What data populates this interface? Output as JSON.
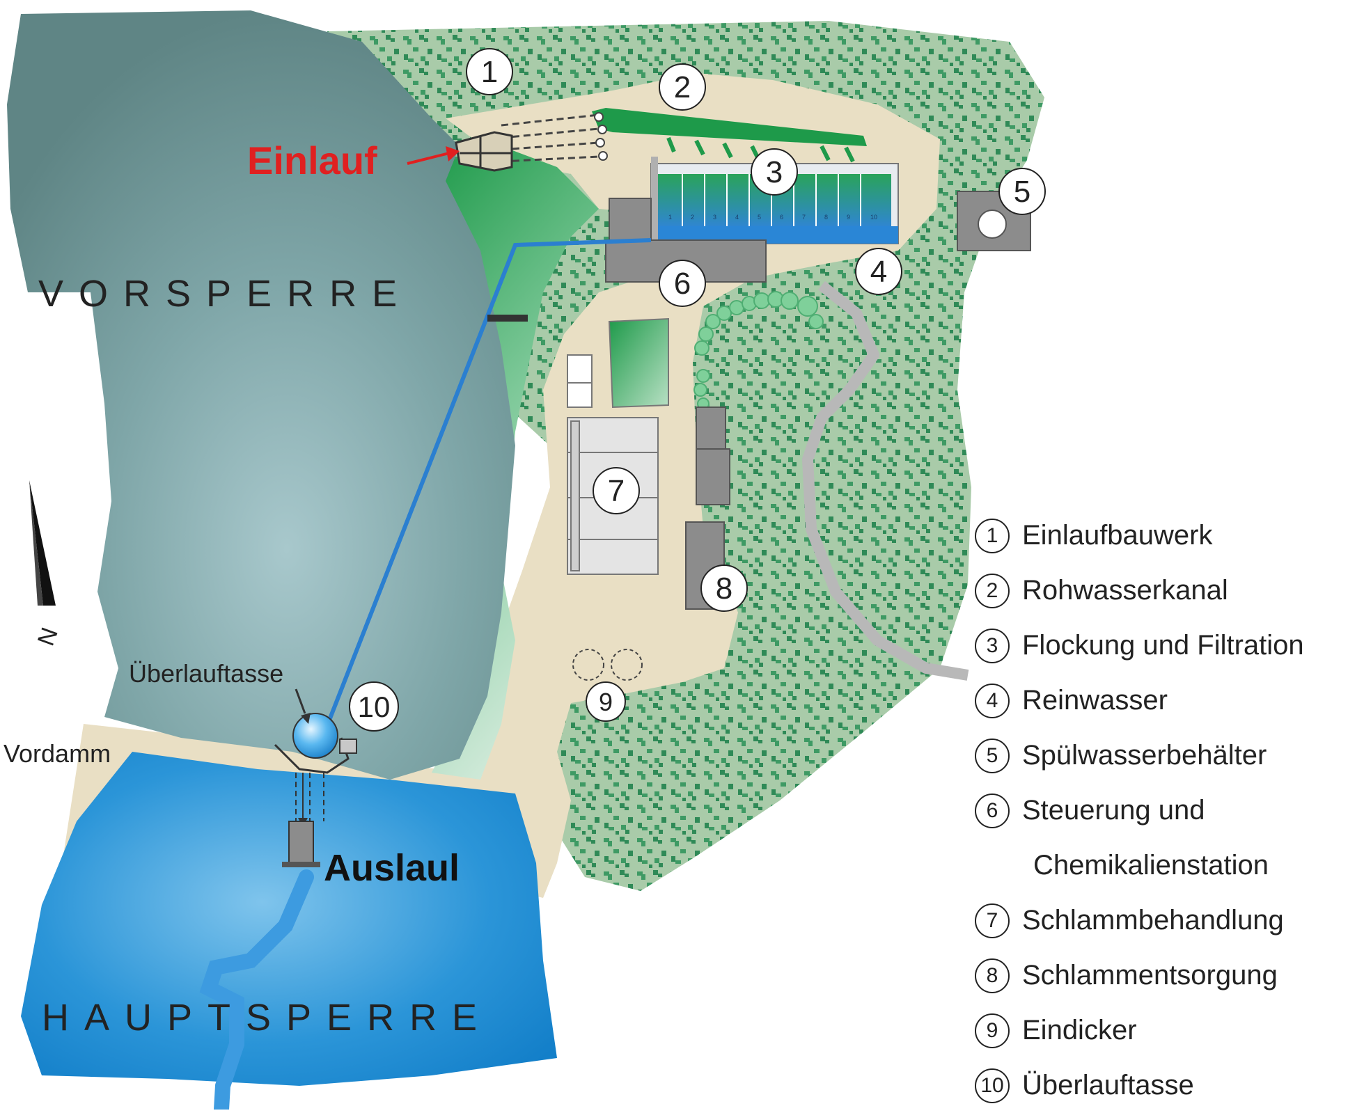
{
  "map": {
    "reservoir_upper": "VORSPERRE",
    "reservoir_lower": "HAUPTSPERRE",
    "inlet_label": "Einlauf",
    "outlet_label": "Auslaul",
    "overflow_label": "Überlauftasse",
    "dam_label": "Vordamm",
    "north_letter": "N",
    "filter_cells": [
      "1",
      "2",
      "3",
      "4",
      "5",
      "6",
      "7",
      "8",
      "9",
      "10"
    ],
    "markers": [
      "1",
      "2",
      "3",
      "4",
      "5",
      "6",
      "7",
      "8",
      "9",
      "10"
    ],
    "colors": {
      "upper_water": "#5f8c8c",
      "lower_water": "#1f8ed3",
      "forest": "#9dc29d",
      "land": "#e8dcc0",
      "building": "#8a8a8a",
      "pipe": "#2b7fd0",
      "inlet_red": "#e02020"
    }
  },
  "legend": [
    {
      "number": "1",
      "text": "Einlaufbauwerk"
    },
    {
      "number": "2",
      "text": "Rohwasserkanal"
    },
    {
      "number": "3",
      "text": "Flockung und Filtration"
    },
    {
      "number": "4",
      "text": "Reinwasser"
    },
    {
      "number": "5",
      "text": "Spülwasserbehälter"
    },
    {
      "number": "6",
      "text": "Steuerung und"
    },
    {
      "number": "",
      "text": "Chemikalienstation"
    },
    {
      "number": "7",
      "text": "Schlammbehandlung"
    },
    {
      "number": "8",
      "text": "Schlammentsorgung"
    },
    {
      "number": "9",
      "text": "Eindicker"
    },
    {
      "number": "10",
      "text": "Überlauftasse"
    }
  ]
}
